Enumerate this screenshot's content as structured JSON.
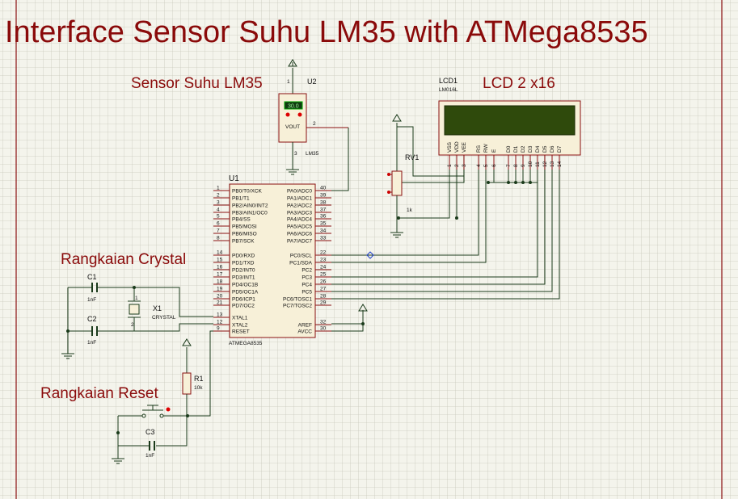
{
  "title": "Interface Sensor Suhu LM35 with ATMega8535",
  "captions": {
    "sensor": "Sensor Suhu LM35",
    "lcd": "LCD 2 x16",
    "crystal": "Rangkaian Crystal",
    "reset": "Rangkaian Reset"
  },
  "u2": {
    "ref": "U2",
    "part": "LM35",
    "pin_out": "VOUT",
    "display": "30.0",
    "pin1": "1",
    "pin2": "2",
    "pin3": "3"
  },
  "u1": {
    "ref": "U1",
    "part": "ATMEGA8535",
    "left_pins": [
      {
        "num": "1",
        "name": "PB0/T0/XCK"
      },
      {
        "num": "2",
        "name": "PB1/T1"
      },
      {
        "num": "3",
        "name": "PB2/AIN0/INT2"
      },
      {
        "num": "4",
        "name": "PB3/AIN1/OC0"
      },
      {
        "num": "5",
        "name": "PB4/SS"
      },
      {
        "num": "6",
        "name": "PB5/MOSI"
      },
      {
        "num": "7",
        "name": "PB6/MISO"
      },
      {
        "num": "8",
        "name": "PB7/SCK"
      },
      {
        "num": "14",
        "name": "PD0/RXD"
      },
      {
        "num": "15",
        "name": "PD1/TXD"
      },
      {
        "num": "16",
        "name": "PD2/INT0"
      },
      {
        "num": "17",
        "name": "PD3/INT1"
      },
      {
        "num": "18",
        "name": "PD4/OC1B"
      },
      {
        "num": "19",
        "name": "PD5/OC1A"
      },
      {
        "num": "20",
        "name": "PD6/ICP1"
      },
      {
        "num": "21",
        "name": "PD7/OC2"
      },
      {
        "num": "13",
        "name": "XTAL1"
      },
      {
        "num": "12",
        "name": "XTAL2"
      },
      {
        "num": "9",
        "name": "RESET"
      }
    ],
    "right_pins": [
      {
        "num": "40",
        "name": "PA0/ADC0"
      },
      {
        "num": "39",
        "name": "PA1/ADC1"
      },
      {
        "num": "38",
        "name": "PA2/ADC2"
      },
      {
        "num": "37",
        "name": "PA3/ADC3"
      },
      {
        "num": "36",
        "name": "PA4/ADC4"
      },
      {
        "num": "35",
        "name": "PA5/ADC5"
      },
      {
        "num": "34",
        "name": "PA6/ADC6"
      },
      {
        "num": "33",
        "name": "PA7/ADC7"
      },
      {
        "num": "22",
        "name": "PC0/SCL"
      },
      {
        "num": "23",
        "name": "PC1/SDA"
      },
      {
        "num": "24",
        "name": "PC2"
      },
      {
        "num": "25",
        "name": "PC3"
      },
      {
        "num": "26",
        "name": "PC4"
      },
      {
        "num": "27",
        "name": "PC5"
      },
      {
        "num": "28",
        "name": "PC6/TOSC1"
      },
      {
        "num": "29",
        "name": "PC7/TOSC2"
      },
      {
        "num": "32",
        "name": "AREF"
      },
      {
        "num": "30",
        "name": "AVCC"
      }
    ]
  },
  "lcd": {
    "ref": "LCD1",
    "part": "LM016L",
    "pins": [
      {
        "name": "VSS",
        "num": "1"
      },
      {
        "name": "VDD",
        "num": "2"
      },
      {
        "name": "VEE",
        "num": "3"
      },
      {
        "name": "RS",
        "num": "4"
      },
      {
        "name": "RW",
        "num": "5"
      },
      {
        "name": "E",
        "num": "6"
      },
      {
        "name": "D0",
        "num": "7"
      },
      {
        "name": "D1",
        "num": "8"
      },
      {
        "name": "D2",
        "num": "9"
      },
      {
        "name": "D3",
        "num": "10"
      },
      {
        "name": "D4",
        "num": "11"
      },
      {
        "name": "D5",
        "num": "12"
      },
      {
        "name": "D6",
        "num": "13"
      },
      {
        "name": "D7",
        "num": "14"
      }
    ]
  },
  "rv1": {
    "ref": "RV1",
    "value": "1k"
  },
  "c1": {
    "ref": "C1",
    "value": "1nF"
  },
  "c2": {
    "ref": "C2",
    "value": "1nF"
  },
  "c3": {
    "ref": "C3",
    "value": "1nF"
  },
  "x1": {
    "ref": "X1",
    "part": "CRYSTAL",
    "pin1": "1",
    "pin2": "2"
  },
  "r1": {
    "ref": "R1",
    "value": "10k"
  },
  "colors": {
    "title": "#8a0a0a",
    "component_outline": "#8a1010",
    "lcd_screen": "#2f4a0c",
    "wire": "#1a3a1a"
  }
}
